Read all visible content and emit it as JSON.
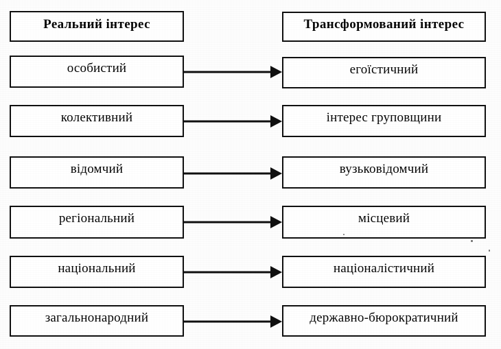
{
  "diagram": {
    "type": "two-column-mapping",
    "headers": {
      "left": "Реальний інтерес",
      "right": "Трансформований інтерес"
    },
    "rows": [
      {
        "left": "особистий",
        "right": "егоїстичний",
        "arrow": "right-arrow"
      },
      {
        "left": "колективний",
        "right": "інтерес груповщини",
        "arrow": "right-arrow"
      },
      {
        "left": "відомчий",
        "right": "вузьковідомчий",
        "arrow": "right-arrow"
      },
      {
        "left": "регіональний",
        "right": "місцевий",
        "arrow": "right-arrow"
      },
      {
        "left": "національний",
        "right": "націоналістичний",
        "arrow": "right-arrow"
      },
      {
        "left": "загальнонародний",
        "right": "державно-бюрократичний",
        "arrow": "right-arrow"
      }
    ],
    "colors": {
      "ink": "#101010",
      "box_fill": "#ffffff",
      "page_background": "#fdfdfd"
    }
  }
}
